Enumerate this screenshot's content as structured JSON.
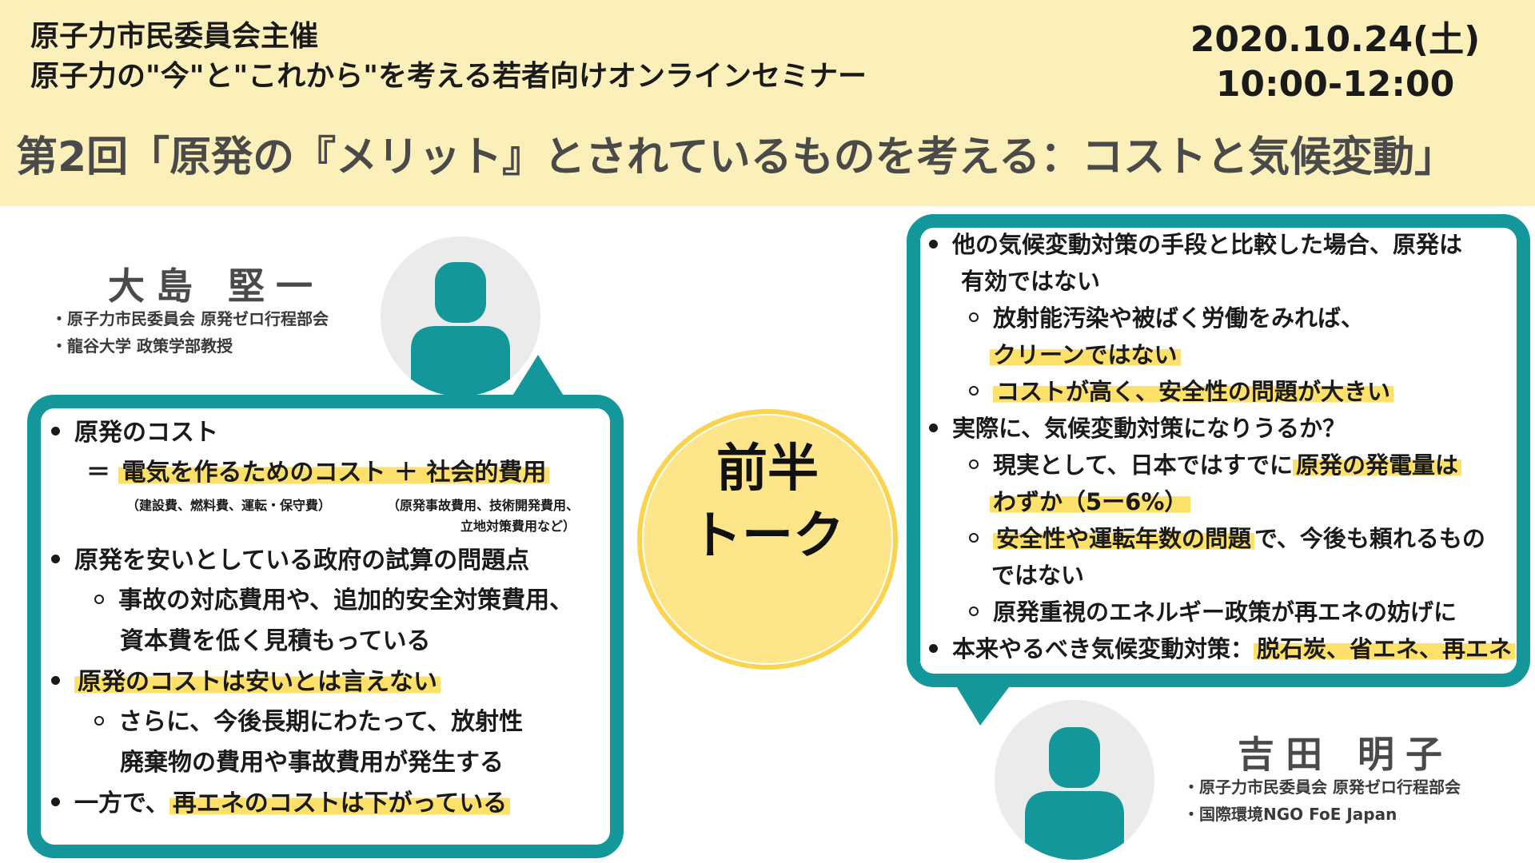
{
  "header": {
    "org": "原子力市民委員会主催",
    "seminar": "原子力の\"今\"と\"これから\"を考える若者向けオンラインセミナー",
    "date": "2020.10.24(土)",
    "time": "10:00-12:00",
    "title": "第2回「原発の『メリット』とされているものを考える：コストと気候変動」"
  },
  "center": {
    "line1": "前半",
    "line2": "トーク"
  },
  "speaker1": {
    "name": "大島 堅一",
    "affiliations": [
      "・原子力市民委員会 原発ゼロ行程部会",
      "・龍谷大学 政策学部教授"
    ],
    "points": {
      "p1": "原発のコスト",
      "p1_eq": "＝",
      "p1_hl": "電気を作るためのコスト ＋ 社会的費用",
      "note1": "（建設費、燃料費、運転・保守費）",
      "note2": "（原発事故費用、技術開発費用、",
      "note3": "立地対策費用など）",
      "p2": "原発を安いとしている政府の試算の問題点",
      "p2_s1": "事故の対応費用や、追加的安全対策費用、",
      "p2_s2": "資本費を低く見積もっている",
      "p3_hl": "原発のコストは安いとは言えない",
      "p3_s1": "さらに、今後長期にわたって、放射性",
      "p3_s2": "廃棄物の費用や事故費用が発生する",
      "p4_pre": "一方で、",
      "p4_hl": "再エネのコストは下がっている"
    }
  },
  "speaker2": {
    "name": "吉田 明子",
    "affiliations": [
      "・原子力市民委員会 原発ゼロ行程部会",
      "・国際環境NGO FoE Japan"
    ],
    "points": {
      "q1": "他の気候変動対策の手段と比較した場合、原発は",
      "q1b": "有効ではない",
      "q1_s1": "放射能汚染や被ばく労働をみれば、",
      "q1_s1b_hl": "クリーンではない",
      "q1_s2_hl": "コストが高く、安全性の問題が大きい",
      "q2": "実際に、気候変動対策になりうるか？",
      "q2_s1_pre": "現実として、日本ではすでに",
      "q2_s1_hl": "原発の発電量は",
      "q2_s1b_hl": "わずか（5ー6%）",
      "q2_s2_hl": "安全性や運転年数の問題",
      "q2_s2_post": "で、今後も頼れるもの",
      "q2_s2b": "ではない",
      "q2_s3": "原発重視のエネルギー政策が再エネの妨げに",
      "q3_pre": "本来やるべき気候変動対策：",
      "q3_hl": "脱石炭、省エネ、再エネ"
    }
  },
  "colors": {
    "header_bg": "#fbf0b9",
    "teal": "#13979a",
    "highlight": "#fde16a",
    "center": "#fde68a"
  }
}
